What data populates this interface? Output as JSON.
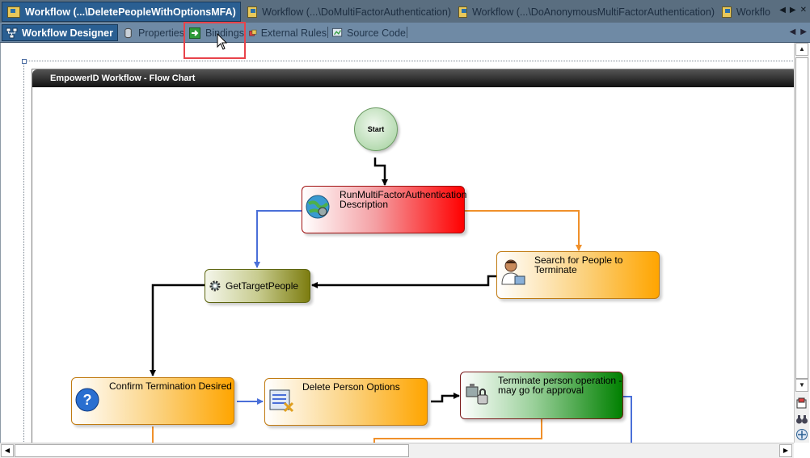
{
  "document_tabs": [
    {
      "label": "Workflow (...\\DeletePeopleWithOptionsMFA)",
      "active": true
    },
    {
      "label": "Workflow (...\\DoMultiFactorAuthentication)",
      "active": false
    },
    {
      "label": "Workflow (...\\DoAnonymousMultiFactorAuthentication)",
      "active": false
    },
    {
      "label": "Workflo",
      "active": false
    }
  ],
  "designer_tabs": {
    "workflow_designer": "Workflow Designer",
    "properties": "Properties",
    "bindings": "Bindings",
    "external_rules": "External Rules",
    "source_code": "Source Code"
  },
  "flow": {
    "title": "EmpowerID Workflow - Flow Chart",
    "start_label": "Start",
    "nodes": {
      "run_mfa": {
        "line1": "RunMultiFactorAuthentication",
        "line2": "Description"
      },
      "search_people": {
        "line1": "Search for People to",
        "line2": "Terminate"
      },
      "get_target": {
        "line1": "GetTargetPeople"
      },
      "confirm": {
        "line1": "Confirm Termination Desired"
      },
      "delete_options": {
        "line1": "Delete Person Options"
      },
      "terminate_op": {
        "line1": "Terminate person operation -",
        "line2": "may go for approval"
      }
    }
  },
  "colors": {
    "accent_tab": "#2a5f92",
    "highlight": "#e8434a",
    "connector_blue": "#4a6fd8",
    "connector_orange": "#f0902a",
    "connector_black": "#000000"
  },
  "icons": [
    "workflow-icon",
    "designer-icon",
    "properties-icon",
    "bindings-icon",
    "external-rules-icon",
    "source-code-icon",
    "globe-icon",
    "person-icon",
    "gear-icon",
    "question-icon",
    "delete-list-icon",
    "camera-lock-icon"
  ]
}
